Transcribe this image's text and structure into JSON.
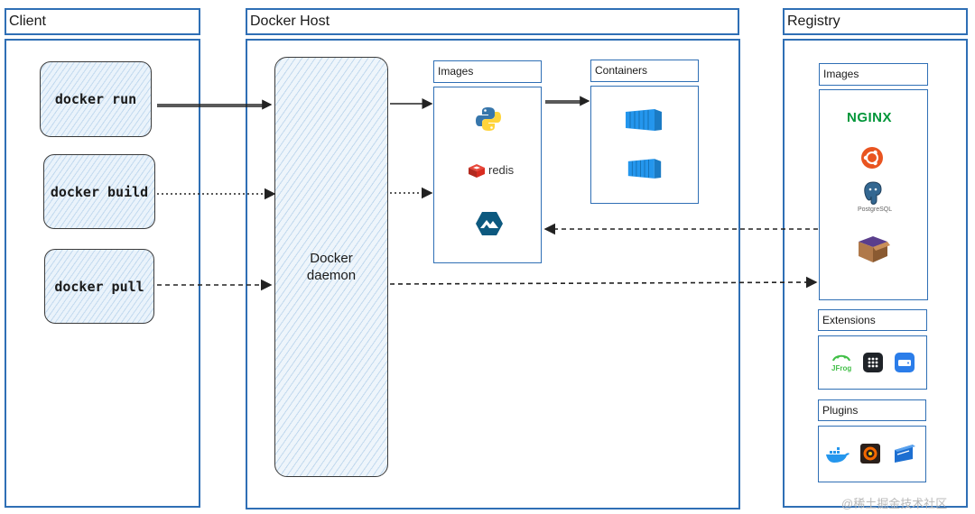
{
  "client": {
    "title": "Client",
    "commands": [
      "docker run",
      "docker build",
      "docker pull"
    ]
  },
  "host": {
    "title": "Docker Host",
    "daemon_line1": "Docker",
    "daemon_line2": "daemon",
    "images_title": "Images",
    "containers_title": "Containers",
    "images": [
      {
        "icon": "python-icon"
      },
      {
        "icon": "redis-icon",
        "label": "redis"
      },
      {
        "icon": "alpine-icon"
      }
    ],
    "containers": [
      {
        "icon": "container-icon"
      },
      {
        "icon": "container-icon"
      }
    ]
  },
  "registry": {
    "title": "Registry",
    "images_title": "Images",
    "images": [
      {
        "icon": "nginx-icon",
        "label": "NGINX"
      },
      {
        "icon": "ubuntu-icon"
      },
      {
        "icon": "postgresql-icon",
        "label": "PostgreSQL"
      },
      {
        "icon": "package-box-icon"
      }
    ],
    "extensions_title": "Extensions",
    "extensions": [
      {
        "icon": "jfrog-icon",
        "label": "JFrog"
      },
      {
        "icon": "app-grid-icon"
      },
      {
        "icon": "drive-icon"
      }
    ],
    "plugins_title": "Plugins",
    "plugins": [
      {
        "icon": "docker-whale-icon"
      },
      {
        "icon": "grafana-icon"
      },
      {
        "icon": "vmware-icon"
      }
    ]
  },
  "watermark": "@稀土掘金技术社区",
  "colors": {
    "accent": "#2f6fb5",
    "docker_blue": "#2496ed",
    "nginx_green": "#009639",
    "ubuntu_orange": "#e95420",
    "redis_red": "#d82c20"
  }
}
